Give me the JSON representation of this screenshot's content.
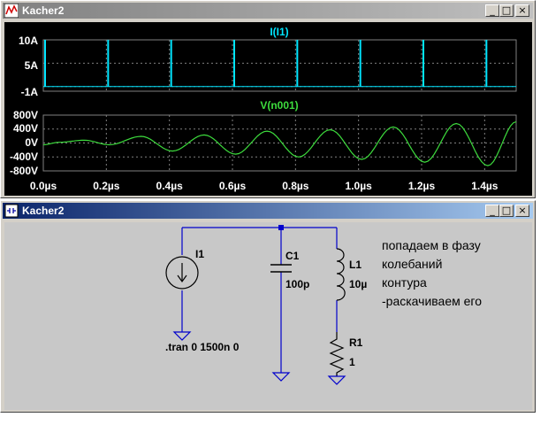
{
  "window_top": {
    "title": "Kacher2",
    "buttons": {
      "minimize": "_",
      "maximize": "□",
      "close": "×"
    }
  },
  "window_bottom": {
    "title": "Kacher2",
    "buttons": {
      "minimize": "_",
      "maximize": "□",
      "close": "×"
    }
  },
  "chart_data": [
    {
      "type": "line",
      "title": "I(I1)",
      "color": "#00e5ff",
      "yticks": [
        "10A",
        "5A",
        "-1A"
      ],
      "ylim": [
        -1,
        10
      ],
      "x_unit": "µs",
      "xlim": [
        0,
        1.5
      ],
      "series": [
        {
          "name": "I(I1)",
          "pulses_x": [
            0.0,
            0.2,
            0.4,
            0.6,
            0.8,
            1.0,
            1.2,
            1.4
          ],
          "pulse_peak": 10,
          "baseline": 0
        }
      ]
    },
    {
      "type": "line",
      "title": "V(n001)",
      "color": "#3ddc3d",
      "yticks": [
        "800V",
        "400V",
        "0V",
        "-400V",
        "-800V"
      ],
      "ylim": [
        -800,
        800
      ],
      "xticks": [
        "0.0µs",
        "0.2µs",
        "0.4µs",
        "0.6µs",
        "0.8µs",
        "1.0µs",
        "1.2µs",
        "1.4µs"
      ],
      "xlim": [
        0,
        1.5
      ],
      "series": [
        {
          "name": "V(n001)",
          "x": [
            0.0,
            0.05,
            0.13,
            0.21,
            0.31,
            0.41,
            0.51,
            0.61,
            0.71,
            0.81,
            0.91,
            1.01,
            1.11,
            1.21,
            1.31,
            1.41,
            1.5
          ],
          "y": [
            -50,
            20,
            80,
            -50,
            190,
            -230,
            230,
            -320,
            340,
            -400,
            380,
            -470,
            460,
            -550,
            560,
            -650,
            610
          ]
        }
      ]
    }
  ],
  "schematic": {
    "components": {
      "i1": {
        "name": "I1"
      },
      "c1": {
        "name": "C1",
        "value": "100p"
      },
      "l1": {
        "name": "L1",
        "value": "10µ"
      },
      "r1": {
        "name": "R1",
        "value": "1"
      }
    },
    "directive": ".tran 0 1500n 0",
    "note_lines": [
      "попадаем в фазу",
      "колебаний",
      "контура",
      "-раскачиваем его"
    ]
  }
}
